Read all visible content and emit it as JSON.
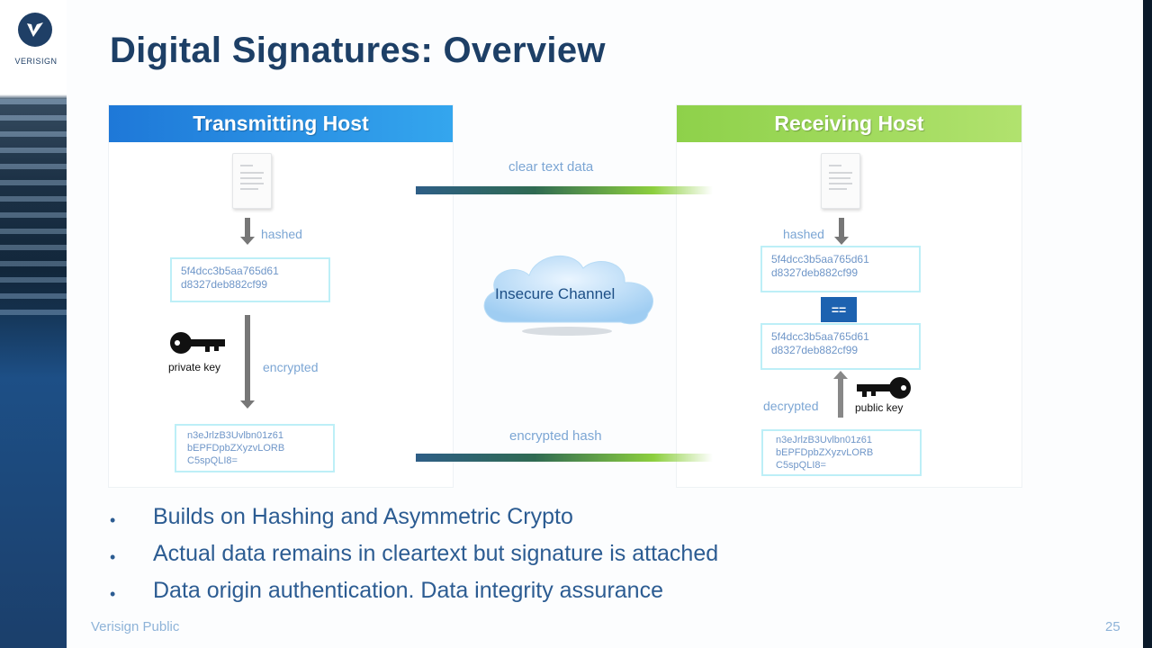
{
  "brand": {
    "logo_text": "VERISIGN"
  },
  "slide": {
    "title": "Digital Signatures: Overview",
    "footer_left": "Verisign Public",
    "page_number": "25"
  },
  "transmitting": {
    "header": "Transmitting Host",
    "hashed_label": "hashed",
    "hash_line1": "5f4dcc3b5aa765d61",
    "hash_line2": "d8327deb882cf99",
    "key_label": "private key",
    "encrypted_label": "encrypted",
    "enc_line1": "n3eJrlzB3Uvlbn01z61",
    "enc_line2": "bEPFDpbZXyzvLORB",
    "enc_line3": "C5spQLI8="
  },
  "receiving": {
    "header": "Receiving Host",
    "hashed_label": "hashed",
    "hash_line1": "5f4dcc3b5aa765d61",
    "hash_line2": "d8327deb882cf99",
    "equals": "==",
    "hash2_line1": "5f4dcc3b5aa765d61",
    "hash2_line2": "d8327deb882cf99",
    "decrypted_label": "decrypted",
    "key_label": "public key",
    "enc_line1": "n3eJrlzB3Uvlbn01z61",
    "enc_line2": "bEPFDpbZXyzvLORB",
    "enc_line3": "C5spQLI8="
  },
  "channel": {
    "clear_label": "clear text data",
    "encrypted_label": "encrypted hash",
    "cloud_label": "Insecure Channel"
  },
  "bullets": [
    "Builds on Hashing and Asymmetric Crypto",
    "Actual data remains in cleartext but signature is attached",
    "Data origin authentication. Data integrity assurance"
  ],
  "colors": {
    "title": "#1d3f66",
    "tx_header": "#2a8fe6",
    "rx_header": "#9cd85a",
    "label_blue": "#7ca6d4"
  }
}
